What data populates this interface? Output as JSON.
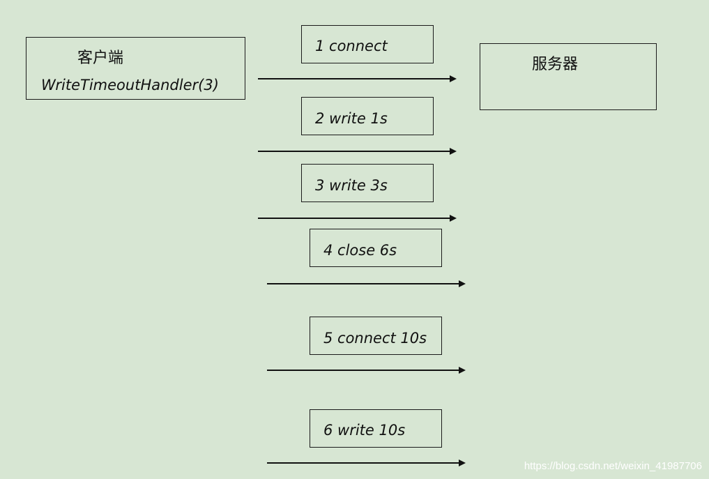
{
  "colors": {
    "background": "#d7e6d3",
    "line": "#111111",
    "watermark": "#ffffff"
  },
  "client": {
    "title": "客户端",
    "handler": "WriteTimeoutHandler(3)"
  },
  "server": {
    "title": "服务器"
  },
  "steps": [
    {
      "label": "1 connect"
    },
    {
      "label": "2 write 1s"
    },
    {
      "label": "3 write 3s"
    },
    {
      "label": "4 close 6s"
    },
    {
      "label": "5 connect 10s"
    },
    {
      "label": "6 write 10s"
    }
  ],
  "watermark": "https://blog.csdn.net/weixin_41987706"
}
